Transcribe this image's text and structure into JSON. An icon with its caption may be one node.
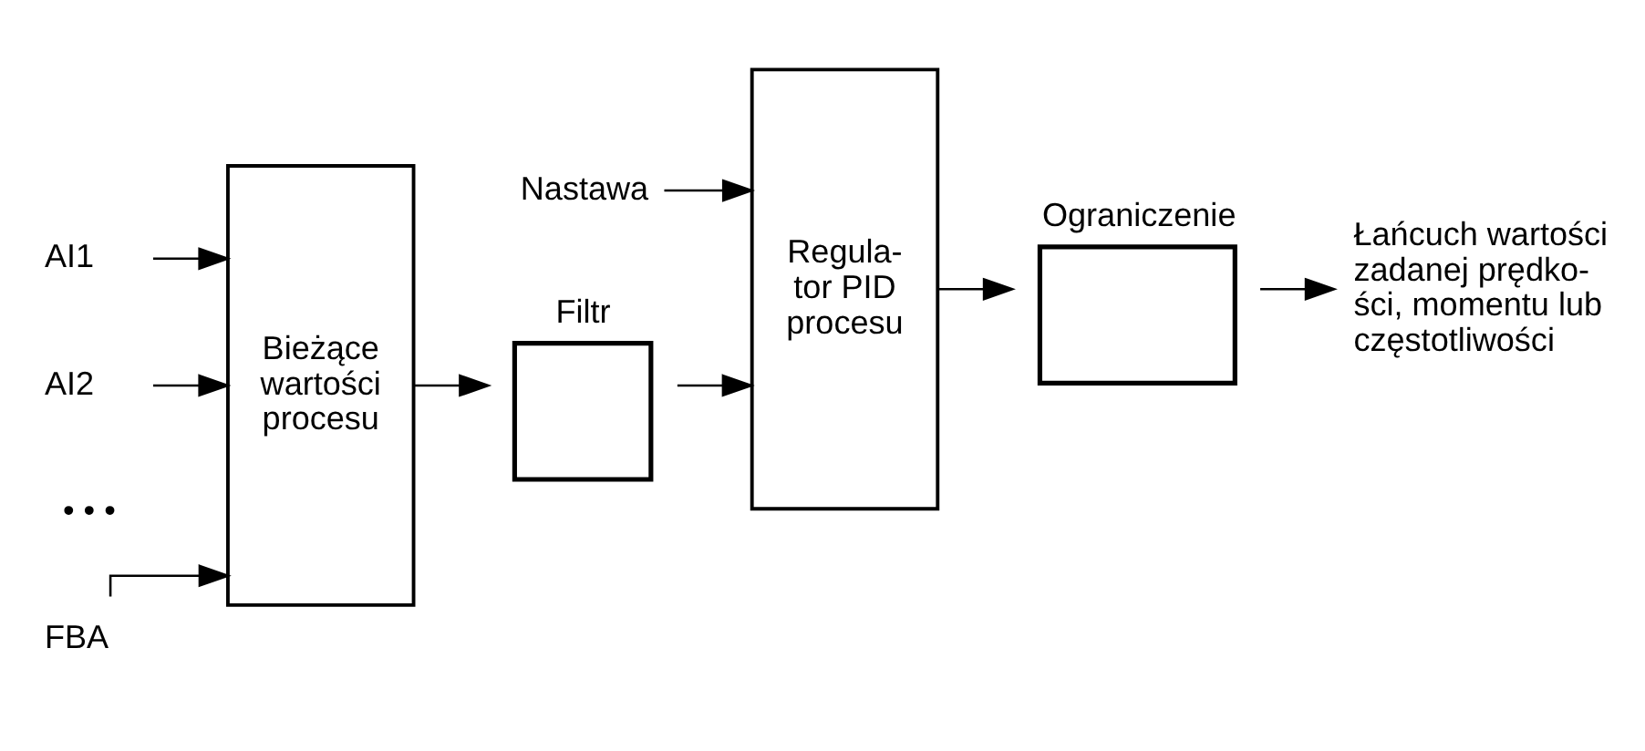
{
  "diagram": {
    "nodes": [
      {
        "text": [
          "Nastawa"
        ]
      },
      {
        "text": [
          "AI1"
        ]
      },
      {
        "text": [
          "AI2"
        ]
      },
      {
        "text": [
          "FBA"
        ]
      },
      {
        "text": [
          "Bieżące wartości procesu"
        ]
      },
      {
        "text": [
          "Filtr"
        ]
      },
      {
        "text": [
          "Regula- tor PID procesu"
        ]
      },
      {
        "text": [
          "Ograniczenie"
        ]
      },
      {
        "text": [
          "Łańcuch wartości zadanej prędko- ści, momentu lub częstotliwości"
        ]
      }
    ],
    "edges": [
      {
        "from": 0,
        "to": 6,
        "arrow": "to"
      },
      {
        "from": 1,
        "to": 4,
        "arrow": "to"
      },
      {
        "from": 2,
        "to": 4,
        "arrow": "to"
      },
      {
        "from": 3,
        "to": 4,
        "arrow": "to"
      },
      {
        "from": 4,
        "to": 5,
        "arrow": "to"
      },
      {
        "from": 5,
        "to": 6,
        "arrow": "to"
      },
      {
        "from": 6,
        "to": 7,
        "arrow": "to"
      },
      {
        "from": 7,
        "to": 8,
        "arrow": "to"
      }
    ],
    "labels": [
      "• • •"
    ]
  }
}
